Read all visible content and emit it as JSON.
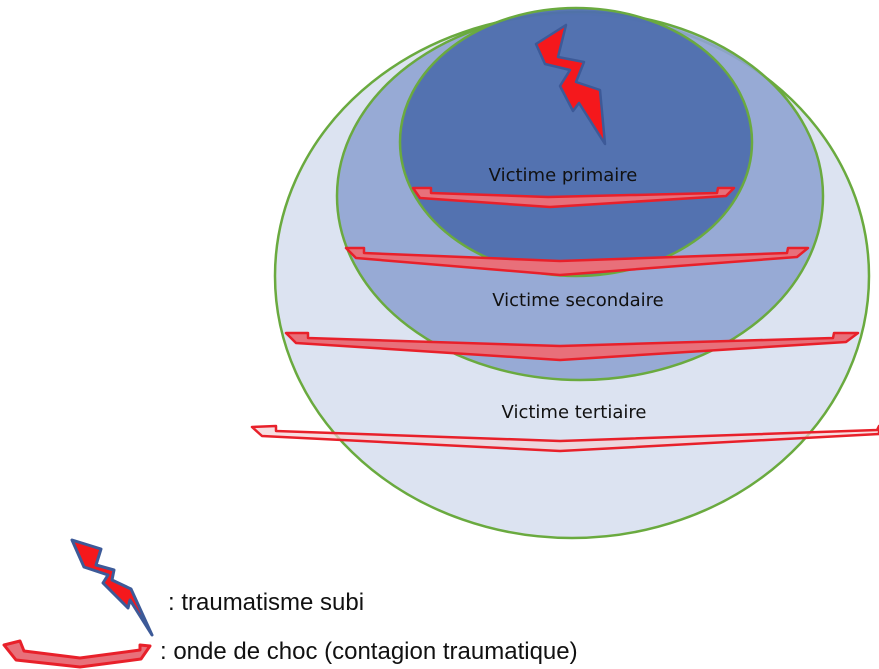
{
  "zones": {
    "primary": {
      "label": "Victime primaire",
      "fill": "#4f6fae"
    },
    "secondary": {
      "label": "Victime secondaire",
      "fill": "#8fa3d2"
    },
    "tertiary": {
      "label": "Victime tertiaire",
      "fill": "#d6deef"
    },
    "outline_color": "#6aaa3f"
  },
  "wave_color": "#e8202a",
  "wave_fill": "#e8707a",
  "bolt_color": "#f5181c",
  "bolt_outline": "#3d5a98",
  "legend": {
    "trauma_text": ": traumatisme subi",
    "trauma_icon": "lightning-bolt-icon",
    "wave_text": ": onde de choc (contagion traumatique)",
    "wave_icon": "shockwave-arc-icon"
  }
}
